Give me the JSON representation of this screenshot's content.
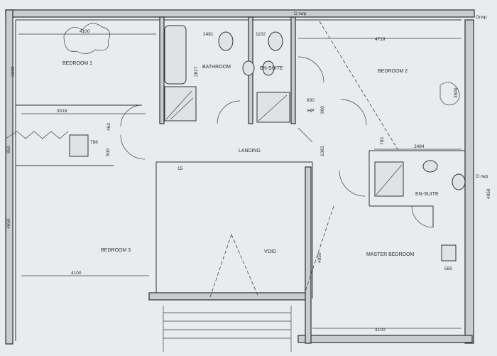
{
  "rooms": {
    "bedroom1": "BEDROOM 1",
    "bathroom": "BATHROOM",
    "ensuite1": "EN-SUITE",
    "bedroom2": "BEDROOM 2",
    "hp": "HP",
    "landing": "LANDING",
    "bedroom3": "BEDROOM 3",
    "void": "VOID",
    "ensuite2": "EN-SUITE",
    "master": "MASTER BEDROOM"
  },
  "dimensions": {
    "d4100_top": "4100",
    "d3300": "3300",
    "d2481": "2481",
    "d2817": "2817",
    "d1102": "1102",
    "d4719": "4719",
    "d3500": "3500",
    "d3018": "3018",
    "d930": "930",
    "d900": "900",
    "d788": "788",
    "d463": "463",
    "d950": "950",
    "d500": "500",
    "d15": "15",
    "d1083": "1083",
    "d783": "783",
    "d2484": "2484",
    "d4950_right": "4950",
    "d4650": "4650",
    "d4100_mid": "4100",
    "d4950_mid": "4950",
    "d585": "585",
    "d4100_bottom": "4100"
  },
  "annotations": {
    "top_marker": "O rwp",
    "right_marker_1": "Orwp",
    "right_marker_2": "O rwp"
  }
}
